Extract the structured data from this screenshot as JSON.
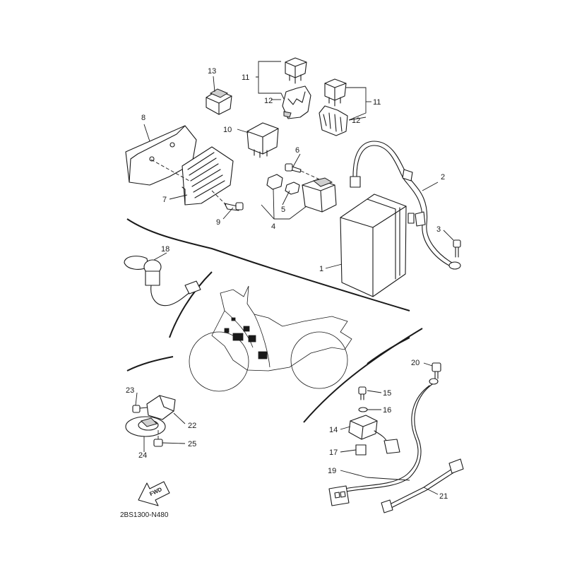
{
  "diagram": {
    "code": "2BS1300-N480",
    "fwd_label": "FWD",
    "callouts": {
      "c1": "1",
      "c2": "2",
      "c3": "3",
      "c4": "4",
      "c5": "5",
      "c6": "6",
      "c7": "7",
      "c8": "8",
      "c9": "9",
      "c10": "10",
      "c11a": "11",
      "c11b": "11",
      "c12a": "12",
      "c12b": "12",
      "c13": "13",
      "c14": "14",
      "c15": "15",
      "c16": "16",
      "c17": "17",
      "c18": "18",
      "c19": "19",
      "c20": "20",
      "c21": "21",
      "c22": "22",
      "c23": "23",
      "c24": "24",
      "c25": "25"
    }
  }
}
